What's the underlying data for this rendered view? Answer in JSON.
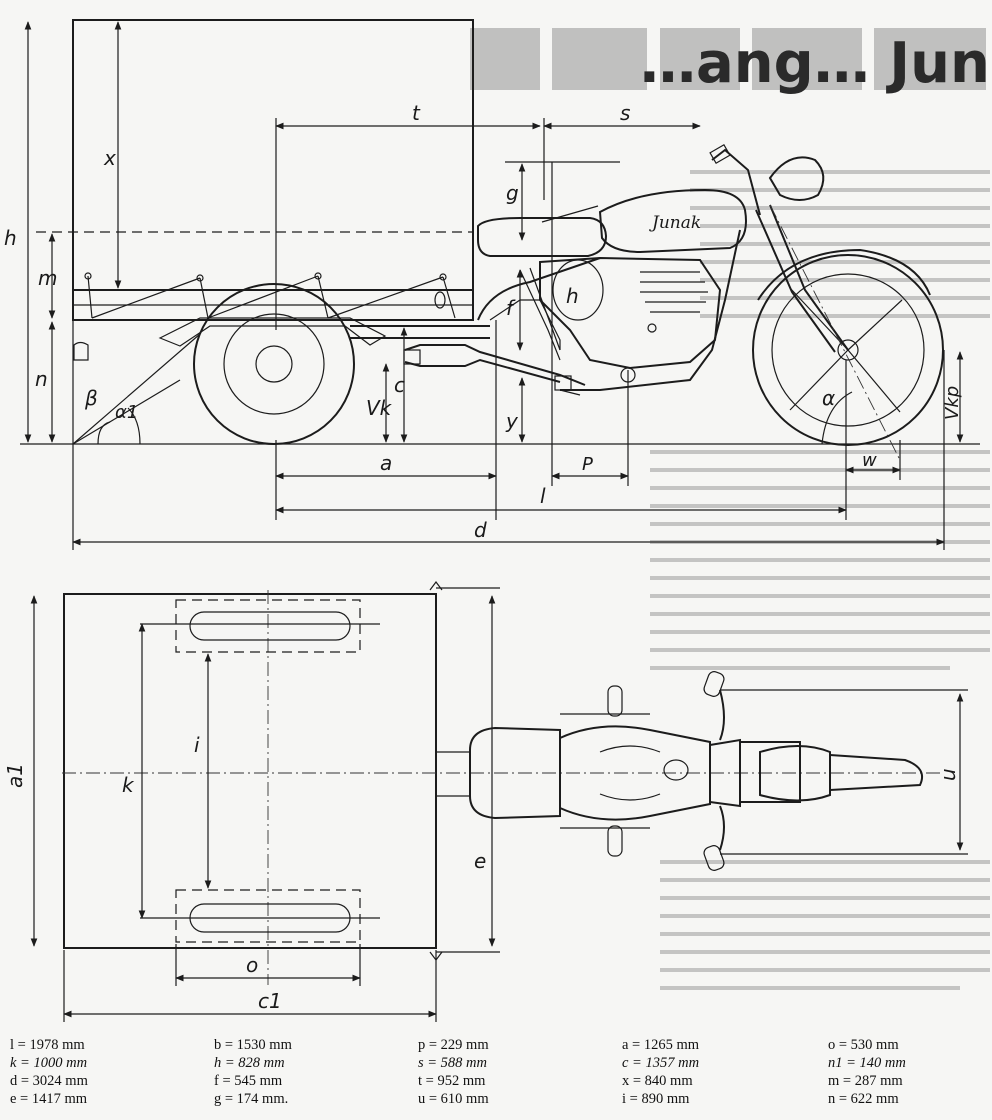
{
  "brand": "Junak",
  "headline_fragment": "…ang… Junak",
  "side_view_labels": {
    "t": "t",
    "s": "s",
    "x": "x",
    "g": "g",
    "h": "h",
    "m": "m",
    "n": "n",
    "f": "f",
    "h_mid": "h",
    "c": "c",
    "y": "y",
    "vk": "Vk",
    "a": "a",
    "p": "P",
    "l": "l",
    "d": "d",
    "w": "w",
    "alpha": "α",
    "beta": "β",
    "alpha1": "α1",
    "vkp": "Vkp"
  },
  "top_view_labels": {
    "a1": "a1",
    "k": "k",
    "i": "i",
    "e": "e",
    "o": "o",
    "c1": "c1",
    "u": "u"
  },
  "dimensions": [
    [
      {
        "text": "l = 1978 mm",
        "italic": false
      },
      {
        "text": "k = 1000 mm",
        "italic": true
      },
      {
        "text": "d = 3024 mm",
        "italic": false
      },
      {
        "text": "e = 1417 mm",
        "italic": false
      }
    ],
    [
      {
        "text": "b = 1530 mm",
        "italic": false
      },
      {
        "text": "h = 828 mm",
        "italic": true
      },
      {
        "text": "f = 545 mm",
        "italic": false
      },
      {
        "text": "g = 174 mm.",
        "italic": false
      }
    ],
    [
      {
        "text": "p = 229 mm",
        "italic": false
      },
      {
        "text": "s = 588 mm",
        "italic": true
      },
      {
        "text": "t = 952 mm",
        "italic": false
      },
      {
        "text": "u = 610 mm",
        "italic": false
      }
    ],
    [
      {
        "text": "a = 1265 mm",
        "italic": false
      },
      {
        "text": "c = 1357 mm",
        "italic": true
      },
      {
        "text": "x = 840 mm",
        "italic": false
      },
      {
        "text": "i = 890 mm",
        "italic": false
      }
    ],
    [
      {
        "text": "o = 530 mm",
        "italic": false
      },
      {
        "text": "n1 = 140 mm",
        "italic": true
      },
      {
        "text": "m = 287 mm",
        "italic": false
      },
      {
        "text": "n = 622 mm",
        "italic": false
      }
    ]
  ]
}
